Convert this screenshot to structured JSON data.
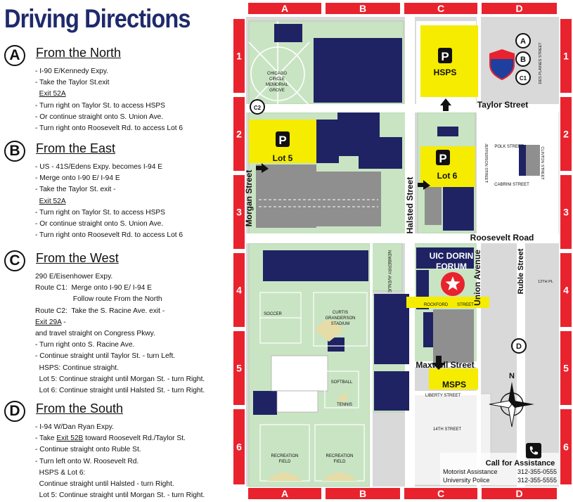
{
  "title": "Driving Directions",
  "sections": [
    {
      "letter": "A",
      "title": "From the North",
      "lines": [
        {
          "pre": "- I-90 E/Kennedy Expy.",
          "u": "",
          "post": ""
        },
        {
          "pre": "- Take the Taylor St.exit",
          "u": "",
          "post": ""
        },
        {
          "pre": "  ",
          "u": "Exit 52A",
          "post": ""
        },
        {
          "pre": "- Turn right on Taylor St. to access HSPS",
          "u": "",
          "post": ""
        },
        {
          "pre": "- Or continue straight onto S. Union Ave.",
          "u": "",
          "post": ""
        },
        {
          "pre": "- Turn right onto Roosevelt Rd. to access Lot 6",
          "u": "",
          "post": ""
        }
      ]
    },
    {
      "letter": "B",
      "title": "From the East",
      "lines": [
        {
          "pre": "- US - 41S/Edens Expy. becomes I-94 E",
          "u": "",
          "post": ""
        },
        {
          "pre": "- Merge onto I-90 E/ I-94 E",
          "u": "",
          "post": ""
        },
        {
          "pre": "- Take the Taylor St. exit -",
          "u": "",
          "post": ""
        },
        {
          "pre": "  ",
          "u": "Exit 52A",
          "post": ""
        },
        {
          "pre": "- Turn right on Taylor St. to access HSPS",
          "u": "",
          "post": ""
        },
        {
          "pre": "- Or continue straight onto S. Union Ave.",
          "u": "",
          "post": ""
        },
        {
          "pre": "- Turn right onto Roosevelt Rd. to access Lot 6",
          "u": "",
          "post": ""
        }
      ]
    },
    {
      "letter": "C",
      "title": "From the West",
      "lines": [
        {
          "pre": "290 E/Eisenhower Expy.",
          "u": "",
          "post": ""
        },
        {
          "pre": "Route C1:  Merge onto I-90 E/ I-94 E",
          "u": "",
          "post": ""
        },
        {
          "pre": "                   Follow route From the North",
          "u": "",
          "post": ""
        },
        {
          "pre": "Route C2:  Take the S. Racine Ave. exit -",
          "u": "",
          "post": ""
        },
        {
          "pre": "",
          "u": "Exit 29A",
          "post": " -"
        },
        {
          "pre": "and travel straight on Congress Pkwy.",
          "u": "",
          "post": ""
        },
        {
          "pre": "- Turn right onto S. Racine Ave.",
          "u": "",
          "post": ""
        },
        {
          "pre": "- Continue straight until Taylor St. - turn Left.",
          "u": "",
          "post": ""
        },
        {
          "pre": "  HSPS: Continue straight.",
          "u": "",
          "post": ""
        },
        {
          "pre": "  Lot 5: Continue straight until Morgan St. - turn Right.",
          "u": "",
          "post": ""
        },
        {
          "pre": "  Lot 6: Continue straight until Halsted St. - turn Right.",
          "u": "",
          "post": ""
        }
      ]
    },
    {
      "letter": "D",
      "title": "From the South",
      "lines": [
        {
          "pre": "- I-94 W/Dan Ryan Expy.",
          "u": "",
          "post": ""
        },
        {
          "pre": "- Take ",
          "u": "Exit 52B",
          "post": " toward Roosevelt Rd./Taylor St."
        },
        {
          "pre": "- Continue straight onto Ruble St.",
          "u": "",
          "post": ""
        },
        {
          "pre": "- Turn left onto W. Roosevelt Rd.",
          "u": "",
          "post": ""
        },
        {
          "pre": "  HSPS & Lot 6:",
          "u": "",
          "post": ""
        },
        {
          "pre": "  Continue straight until Halsted - turn Right.",
          "u": "",
          "post": ""
        },
        {
          "pre": "  Lot 5: Continue straight until Morgan St. - turn Right.",
          "u": "",
          "post": ""
        }
      ]
    }
  ],
  "map": {
    "columns": [
      "A",
      "B",
      "C",
      "D"
    ],
    "rows": [
      "1",
      "2",
      "3",
      "4",
      "5",
      "6"
    ],
    "streets": {
      "taylor": "Taylor Street",
      "roosevelt": "Roosevelt Road",
      "morgan": "Morgan Street",
      "halsted": "Halsted Street",
      "union": "Union Avenue",
      "ruble": "Ruble Street",
      "maxwell": "Maxwell Street",
      "newberry": "NEWBERRY AVENUE",
      "rockford": "ROCKFORD",
      "street_word": "STREET",
      "polk": "POLK",
      "cabrini": "CABRINI",
      "jefferson": "JEFFERSON STREET",
      "clinton": "CLINTON STREET",
      "desplaines": "DES PLAINES STREET",
      "liberty": "LIBERTY",
      "fourteenth": "14TH STREET",
      "twelfth": "12TH PL"
    },
    "places": {
      "grove": [
        "CHICAGO",
        "CIRCLE",
        "MEMORIAL",
        "GROVE"
      ],
      "soccer": "SOCCER",
      "stadium": [
        "CURTIS",
        "GRANDERSON",
        "STADIUM"
      ],
      "softball": "SOFTBALL",
      "tennis": "TENNIS",
      "rec1": [
        "RECREATION",
        "FIELD"
      ],
      "rec2": [
        "RECREATION",
        "FIELD"
      ],
      "forum": [
        "UIC DORIN",
        "FORUM"
      ]
    },
    "parking": [
      {
        "id": "hsps",
        "label": "HSPS"
      },
      {
        "id": "lot5",
        "label": "Lot 5"
      },
      {
        "id": "lot6",
        "label": "Lot 6"
      },
      {
        "id": "msps",
        "label": "MSPS"
      }
    ],
    "parking_symbol": "P",
    "markers": {
      "a": "A",
      "b": "B",
      "c1": "C1",
      "c2": "C2",
      "d": "D"
    },
    "shield": "I90/94",
    "compass": "N",
    "assistance": {
      "title": "Call for Assistance",
      "rows": [
        {
          "name": "Motorist Assistance",
          "phone": "312-355-0555"
        },
        {
          "name": "University Police",
          "phone": "312-355-5555"
        }
      ]
    },
    "colors": {
      "frame": "#e8232e",
      "park": "#c9e4c3",
      "building": "#1f2363",
      "parking": "#f5ec00",
      "road": "#ffffff",
      "gray": "#8f8f8f"
    }
  }
}
